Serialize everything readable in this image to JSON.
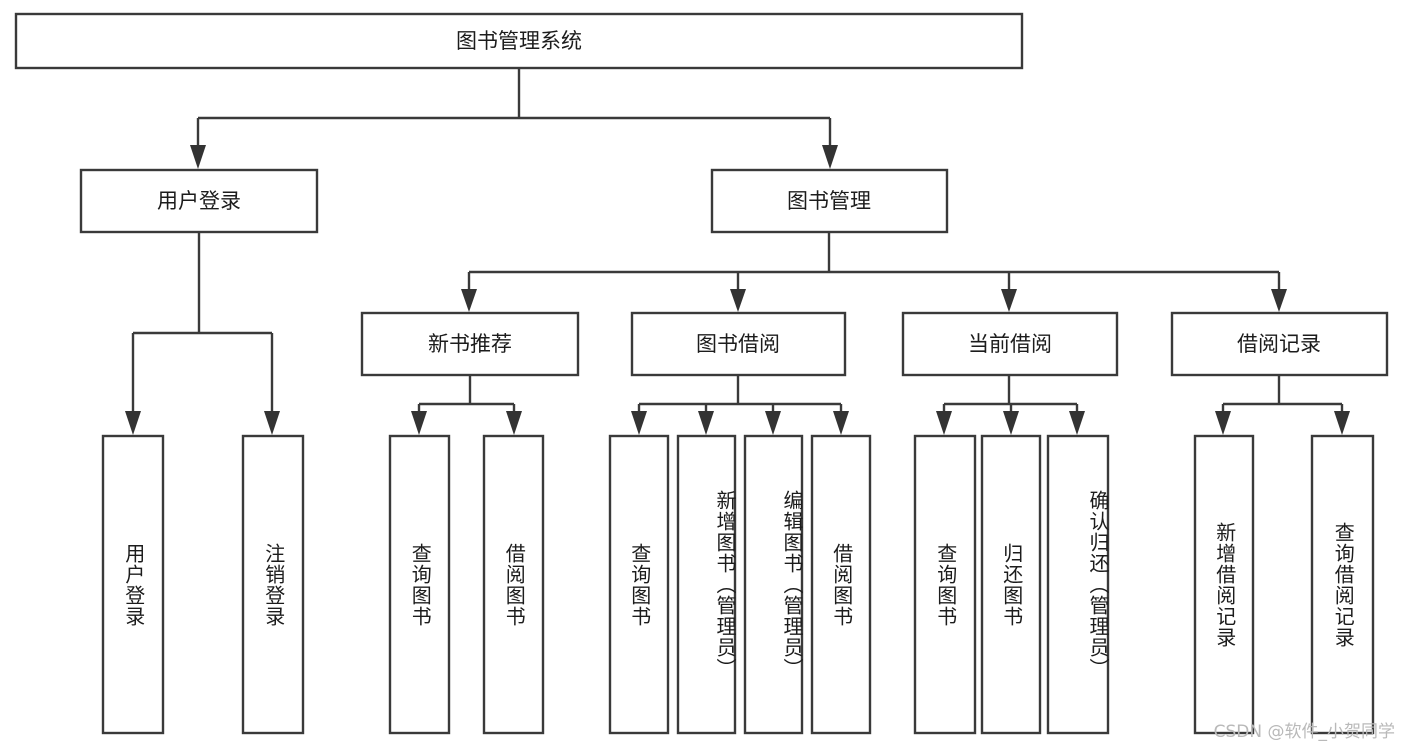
{
  "diagram": {
    "type": "tree",
    "title": "图书管理系统",
    "watermark": "CSDN @软件_小贺同学",
    "levels": {
      "root": {
        "id": "root",
        "label": "图书管理系统",
        "orientation": "horizontal"
      },
      "level2": [
        {
          "id": "user-login",
          "label": "用户登录",
          "orientation": "horizontal"
        },
        {
          "id": "book-manage",
          "label": "图书管理",
          "orientation": "horizontal"
        }
      ],
      "level3": [
        {
          "id": "new-book-rec",
          "label": "新书推荐",
          "orientation": "horizontal",
          "parent": "book-manage"
        },
        {
          "id": "book-borrow",
          "label": "图书借阅",
          "orientation": "horizontal",
          "parent": "book-manage"
        },
        {
          "id": "current-borrow",
          "label": "当前借阅",
          "orientation": "horizontal",
          "parent": "book-manage"
        },
        {
          "id": "borrow-record",
          "label": "借阅记录",
          "orientation": "horizontal",
          "parent": "book-manage"
        }
      ],
      "leaves": [
        {
          "id": "leaf-user-login",
          "label": "用户登录",
          "parent": "user-login"
        },
        {
          "id": "leaf-logout",
          "label": "注销登录",
          "parent": "user-login"
        },
        {
          "id": "leaf-query-book-1",
          "label": "查询图书",
          "parent": "new-book-rec"
        },
        {
          "id": "leaf-borrow-book-1",
          "label": "借阅图书",
          "parent": "new-book-rec"
        },
        {
          "id": "leaf-query-book-2",
          "label": "查询图书",
          "parent": "book-borrow"
        },
        {
          "id": "leaf-add-book",
          "label": "新增图书（管理员）",
          "parent": "book-borrow"
        },
        {
          "id": "leaf-edit-book",
          "label": "编辑图书（管理员）",
          "parent": "book-borrow"
        },
        {
          "id": "leaf-borrow-book-2",
          "label": "借阅图书",
          "parent": "book-borrow"
        },
        {
          "id": "leaf-query-book-3",
          "label": "查询图书",
          "parent": "current-borrow"
        },
        {
          "id": "leaf-return-book",
          "label": "归还图书",
          "parent": "current-borrow"
        },
        {
          "id": "leaf-confirm-return",
          "label": "确认归还（管理员）",
          "parent": "current-borrow"
        },
        {
          "id": "leaf-add-record",
          "label": "新增借阅记录",
          "parent": "borrow-record"
        },
        {
          "id": "leaf-query-record",
          "label": "查询借阅记录",
          "parent": "borrow-record"
        }
      ]
    },
    "colors": {
      "box_stroke": "#3a3a3a",
      "box_fill": "#ffffff",
      "text": "#1c1c1c",
      "connector": "#3a3a3a",
      "watermark": "#b9b9b9",
      "background": "#ffffff"
    }
  }
}
